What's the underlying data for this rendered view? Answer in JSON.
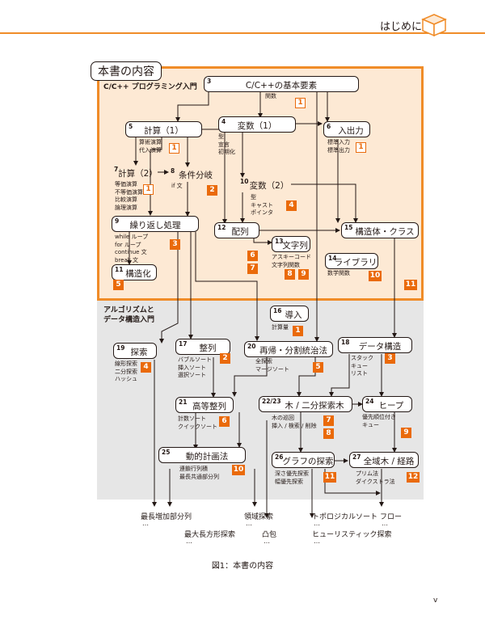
{
  "header": {
    "title": "はじめに"
  },
  "book_label": "本書の内容",
  "sections": {
    "programming": "C/C++ プログラミング入門",
    "algorithms": "アルゴリズムと\nデータ構造入門"
  },
  "nodes": [
    {
      "id": "n3",
      "num": "3",
      "title": "C/C++の基本要素",
      "sub": "関数"
    },
    {
      "id": "n4",
      "num": "4",
      "title": "変数（1）",
      "sub": "型\n宣言\n初期化"
    },
    {
      "id": "n5",
      "num": "5",
      "title": "計算（1）",
      "sub": "算術演算\n代入演算"
    },
    {
      "id": "n6",
      "num": "6",
      "title": "入出力",
      "sub": "標準入力\n標準出力"
    },
    {
      "id": "n7",
      "num": "7",
      "title": "計算（2）",
      "sub": "等価演算\n不等価演算\n比較演算\n論理演算"
    },
    {
      "id": "n8",
      "num": "8",
      "title": "条件分岐",
      "sub": "if 文"
    },
    {
      "id": "n9",
      "num": "9",
      "title": "繰り返し処理",
      "sub": "while ループ\nfor ループ\ncontinue 文\nbreak 文"
    },
    {
      "id": "n10",
      "num": "10",
      "title": "変数（2）",
      "sub": "型\nキャスト\nポインタ"
    },
    {
      "id": "n11",
      "num": "11",
      "title": "構造化",
      "sub": ""
    },
    {
      "id": "n12",
      "num": "12",
      "title": "配列",
      "sub": ""
    },
    {
      "id": "n13",
      "num": "13",
      "title": "文字列",
      "sub": "アスキーコード\n文字列関数"
    },
    {
      "id": "n14",
      "num": "14",
      "title": "ライブラリ",
      "sub": "数学関数"
    },
    {
      "id": "n15",
      "num": "15",
      "title": "構造体・クラス",
      "sub": ""
    },
    {
      "id": "n16",
      "num": "16",
      "title": "導入",
      "sub": "計算量"
    },
    {
      "id": "n17",
      "num": "17",
      "title": "整列",
      "sub": "バブルソート\n挿入ソート\n選択ソート"
    },
    {
      "id": "n18",
      "num": "18",
      "title": "データ構造",
      "sub": "スタック\nキュー\nリスト"
    },
    {
      "id": "n19",
      "num": "19",
      "title": "探索",
      "sub": "線形探索\n二分探索\nハッシュ"
    },
    {
      "id": "n20",
      "num": "20",
      "title": "再帰・分割統治法",
      "sub": "全探索\nマージソート"
    },
    {
      "id": "n21",
      "num": "21",
      "title": "高等整列",
      "sub": "計数ソート\nクイックソート"
    },
    {
      "id": "n22",
      "num": "22/23",
      "title": "木 / 二分探索木",
      "sub": "木の巡回\n挿入 / 検索 / 削除"
    },
    {
      "id": "n24",
      "num": "24",
      "title": "ヒープ",
      "sub": "優先順位付き\nキュー"
    },
    {
      "id": "n25",
      "num": "25",
      "title": "動的計画法",
      "sub": "連鎖行列積\n最長共通部分列"
    },
    {
      "id": "n26",
      "num": "26",
      "title": "グラフの探索",
      "sub": "深さ優先探索\n幅優先探索"
    },
    {
      "id": "n27",
      "num": "27",
      "title": "全域木 / 経路",
      "sub": "プリム法\nダイクストラ法"
    }
  ],
  "badges": [
    {
      "id": "b3",
      "label": "1",
      "style": "outline"
    },
    {
      "id": "b5",
      "label": "1",
      "style": "outline"
    },
    {
      "id": "b6",
      "label": "1",
      "style": "outline"
    },
    {
      "id": "b7",
      "label": "1",
      "style": "outline"
    },
    {
      "id": "b8",
      "label": "2",
      "style": "solid"
    },
    {
      "id": "b9",
      "label": "3",
      "style": "solid"
    },
    {
      "id": "b10",
      "label": "4",
      "style": "solid"
    },
    {
      "id": "b11",
      "label": "5",
      "style": "solid"
    },
    {
      "id": "b12a",
      "label": "6",
      "style": "solid"
    },
    {
      "id": "b12b",
      "label": "7",
      "style": "solid"
    },
    {
      "id": "b13a",
      "label": "8",
      "style": "solid"
    },
    {
      "id": "b13b",
      "label": "9",
      "style": "solid"
    },
    {
      "id": "b14",
      "label": "10",
      "style": "solid"
    },
    {
      "id": "b15",
      "label": "11",
      "style": "solid"
    },
    {
      "id": "b16",
      "label": "1",
      "style": "solid"
    },
    {
      "id": "b17",
      "label": "2",
      "style": "solid"
    },
    {
      "id": "b18",
      "label": "3",
      "style": "solid"
    },
    {
      "id": "b19",
      "label": "4",
      "style": "solid"
    },
    {
      "id": "b20",
      "label": "5",
      "style": "solid"
    },
    {
      "id": "b21",
      "label": "6",
      "style": "solid"
    },
    {
      "id": "b22a",
      "label": "7",
      "style": "solid"
    },
    {
      "id": "b22b",
      "label": "8",
      "style": "solid"
    },
    {
      "id": "b24",
      "label": "9",
      "style": "solid"
    },
    {
      "id": "b25",
      "label": "10",
      "style": "solid"
    },
    {
      "id": "b26",
      "label": "11",
      "style": "solid"
    },
    {
      "id": "b27",
      "label": "12",
      "style": "solid"
    }
  ],
  "outputs": [
    {
      "label": "最長増加部分列"
    },
    {
      "label": "最大長方形探索"
    },
    {
      "label": "領域探索"
    },
    {
      "label": "凸包"
    },
    {
      "label": "トポロジカルソート"
    },
    {
      "label": "ヒューリスティック探索"
    },
    {
      "label": "フロー"
    }
  ],
  "ellipsis": "…",
  "caption": "図1：本書の内容",
  "page_number": "v",
  "colors": {
    "accent": "#f08c28",
    "badge": "#ea6a0a",
    "panel_orange": "#fde9d4",
    "panel_gray": "#e6e6e6"
  }
}
